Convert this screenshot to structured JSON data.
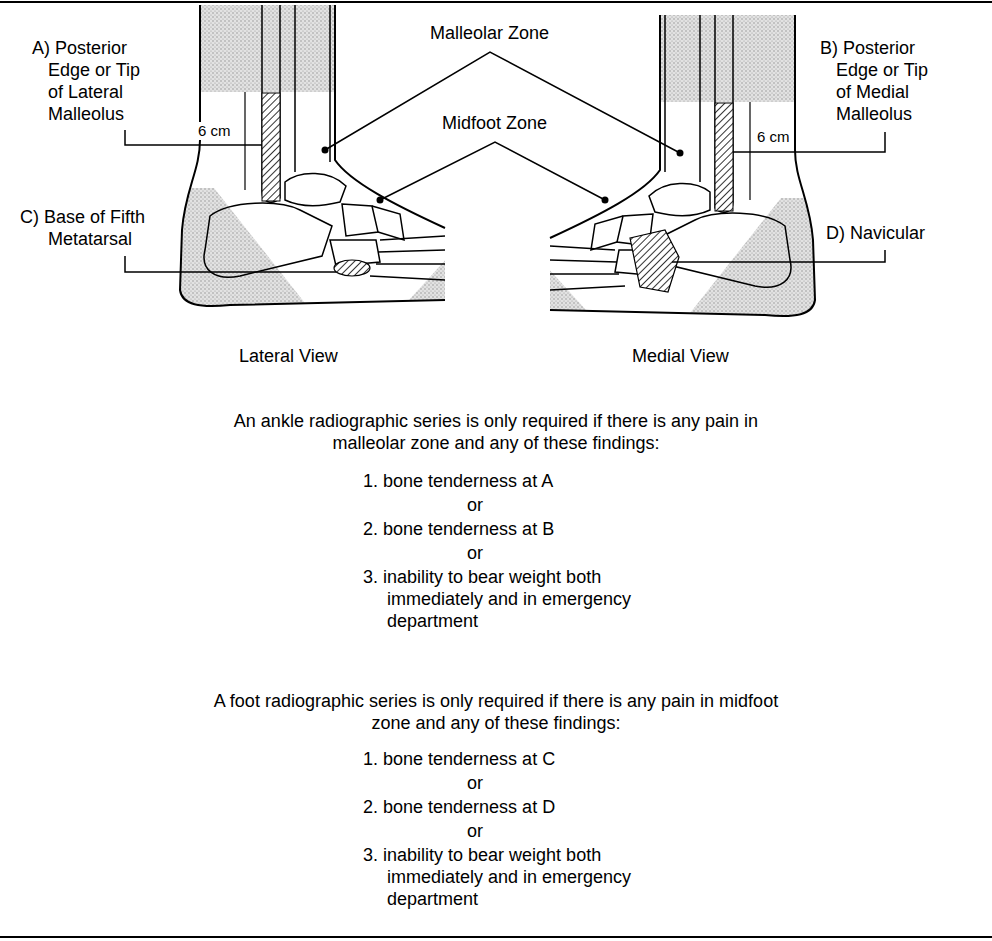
{
  "diagram": {
    "labels": [
      "Malleolar Zone",
      "A) Posterior Edge or Tip of Lateral Malleolus",
      "B) Posterior Edge or Tip of Medial Malleolus",
      "Midfoot Zone",
      "6 cm",
      "6 cm",
      "C) Base of Fifth Metatarsal",
      "D) Navicular",
      "Lateral View",
      "Medial View",
      "An ankle radiographic series is only required if there is any pain in malleolar zone and any of these findings:",
      "1. bone tenderness at A",
      "or",
      "2. bone tenderness at B",
      "or",
      "3. inability to bear weight both immediately and in emergency department",
      "A foot radiographic series is only required if there is any pain in midfoot zone and any of these findings:",
      "1. bone tenderness at C",
      "or",
      "2. bone tenderness at D",
      "or",
      "3. inability to bear weight both immediately and in emergency department"
    ]
  }
}
